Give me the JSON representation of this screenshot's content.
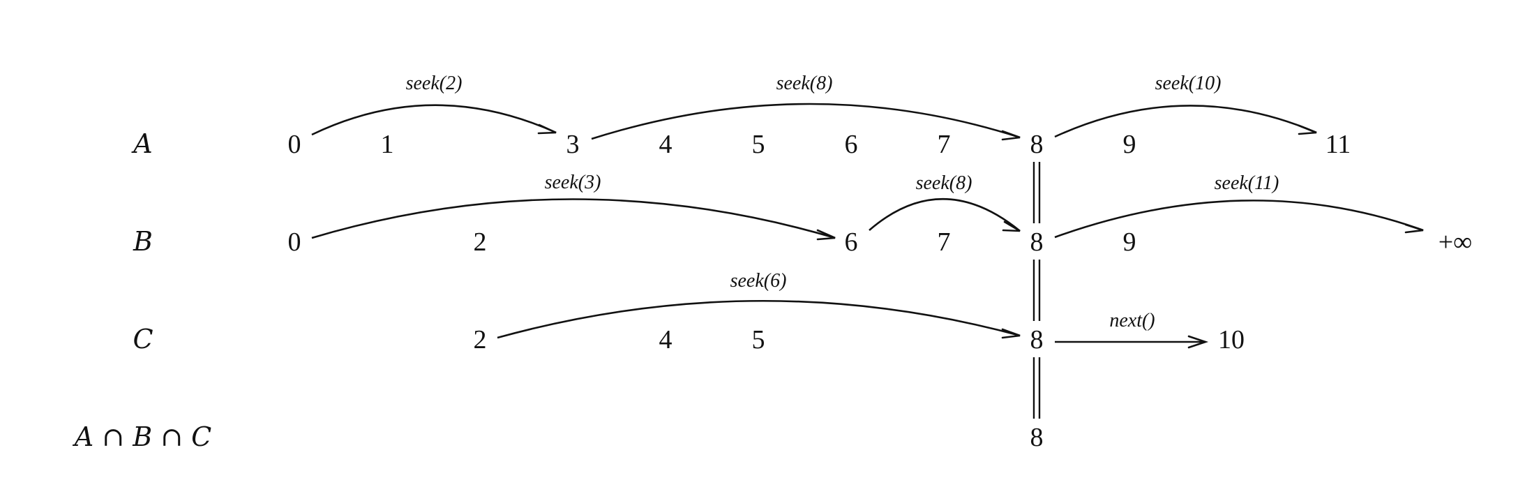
{
  "rows": [
    {
      "id": "A",
      "label": "A",
      "values": [
        "0",
        "1",
        "3",
        "4",
        "5",
        "6",
        "7",
        "8",
        "9",
        "11"
      ]
    },
    {
      "id": "B",
      "label": "B",
      "values": [
        "0",
        "2",
        "6",
        "7",
        "8",
        "9",
        "+∞"
      ]
    },
    {
      "id": "C",
      "label": "C",
      "values": [
        "2",
        "4",
        "5",
        "8",
        "10"
      ]
    },
    {
      "id": "ABC",
      "label": "A ∩ B ∩ C",
      "values": [
        "8"
      ]
    }
  ],
  "operations": [
    {
      "row": "A",
      "label": "seek(2)"
    },
    {
      "row": "A",
      "label": "seek(8)"
    },
    {
      "row": "A",
      "label": "seek(10)"
    },
    {
      "row": "B",
      "label": "seek(3)"
    },
    {
      "row": "B",
      "label": "seek(8)"
    },
    {
      "row": "B",
      "label": "seek(11)"
    },
    {
      "row": "C",
      "label": "seek(6)"
    },
    {
      "row": "C",
      "label": "next()"
    }
  ]
}
